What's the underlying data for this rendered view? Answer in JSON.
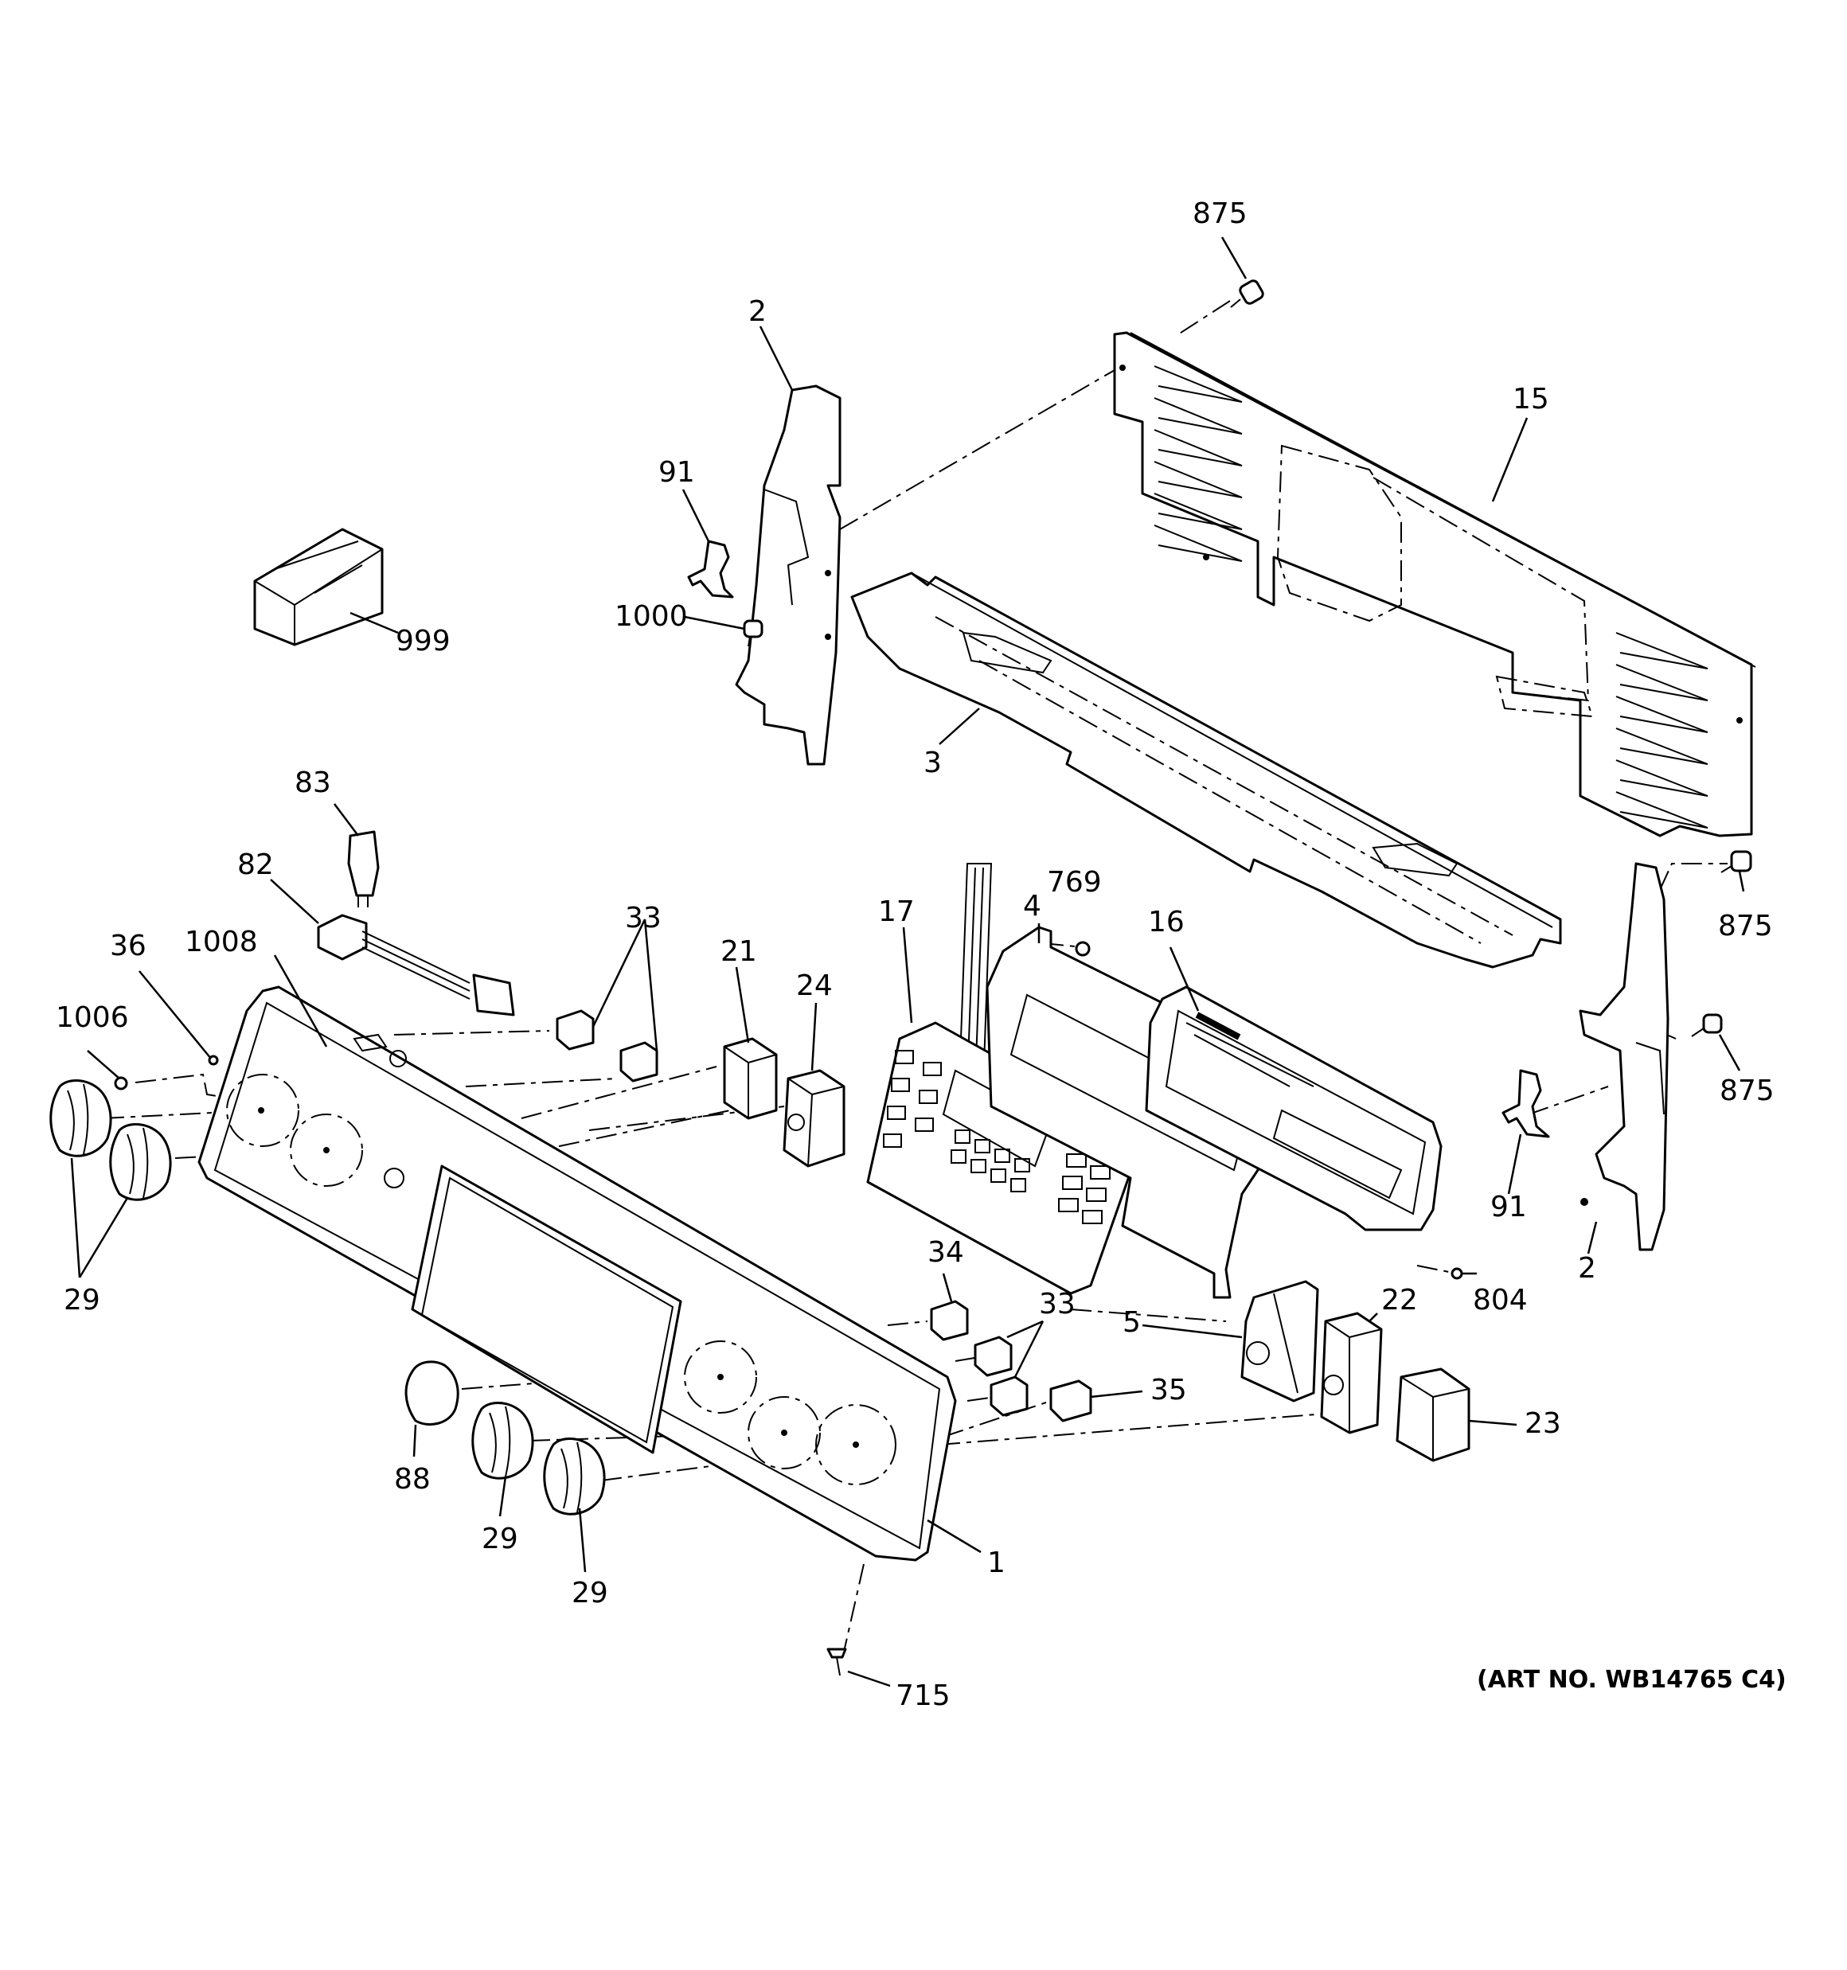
{
  "diagram": {
    "art_no": "(ART NO. WB14765 C4)",
    "part_labels": {
      "l875a": "875",
      "l2a": "2",
      "l15": "15",
      "l91a": "91",
      "l1000": "1000",
      "l999": "999",
      "l3": "3",
      "l83": "83",
      "l82": "82",
      "l769": "769",
      "l4": "4",
      "l17": "17",
      "l16": "16",
      "l875b": "875",
      "l33a": "33",
      "l21": "21",
      "l24": "24",
      "l36": "36",
      "l1008": "1008",
      "l1006": "1006",
      "l875c": "875",
      "l91b": "91",
      "l2b": "2",
      "l804": "804",
      "l29a": "29",
      "l34": "34",
      "l33b": "33",
      "l22": "22",
      "l5": "5",
      "l35": "35",
      "l23": "23",
      "l88": "88",
      "l29b": "29",
      "l29c": "29",
      "l1": "1",
      "l715": "715"
    }
  }
}
